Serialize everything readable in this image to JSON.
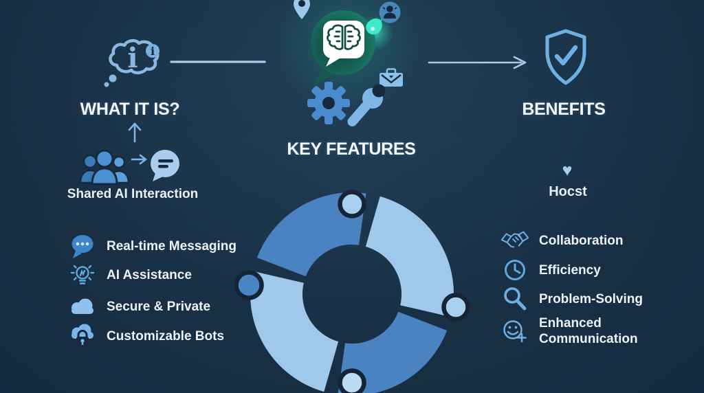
{
  "colors": {
    "background": "#152a3f",
    "background_dark": "#0d1c2c",
    "heading_text": "#f4f8fb",
    "body_text": "#ecf3fa",
    "accent_blue": "#4a8cce",
    "accent_light_blue": "#8fc2ec",
    "accent_pale_blue": "#a9cdef",
    "teal_bubble": "#17635a",
    "teal_glow": "#3ce4c4",
    "ring_blue": "#4a82c2",
    "ring_light_blue": "#9fc8eb",
    "node_fill": "#a9d0ee",
    "dark_navy": "#152536"
  },
  "header": {
    "left": {
      "heading": "WHAT IT IS?",
      "icon": "thought-info-icon",
      "info_glyph": "i",
      "badge_glyph": "i"
    },
    "center": {
      "heading": "KEY FEATURES",
      "icon": "brain-chat-logo"
    },
    "right": {
      "heading": "BENEFITS",
      "icon": "shield-check-icon"
    }
  },
  "what_it_is": {
    "sub_label": "Shared AI Interaction"
  },
  "features": {
    "items": [
      {
        "icon": "chat-dots-icon",
        "label": "Real-time Messaging"
      },
      {
        "icon": "lightbulb-icon",
        "label": "AI Assistance"
      },
      {
        "icon": "cloud-icon",
        "label": "Secure & Private"
      },
      {
        "icon": "cloud-lock-icon",
        "label": "Customizable Bots"
      }
    ]
  },
  "benefits": {
    "sub_icon": "heart-icon",
    "heart_glyph": "♥",
    "sub_label": "Hocst",
    "items": [
      {
        "icon": "handshake-icon",
        "label": "Collaboration"
      },
      {
        "icon": "clock-icon",
        "label": "Efficiency"
      },
      {
        "icon": "magnifier-icon",
        "label": "Problem-Solving"
      },
      {
        "icon": "smiley-plus-icon",
        "label": "Enhanced Communication"
      }
    ]
  }
}
